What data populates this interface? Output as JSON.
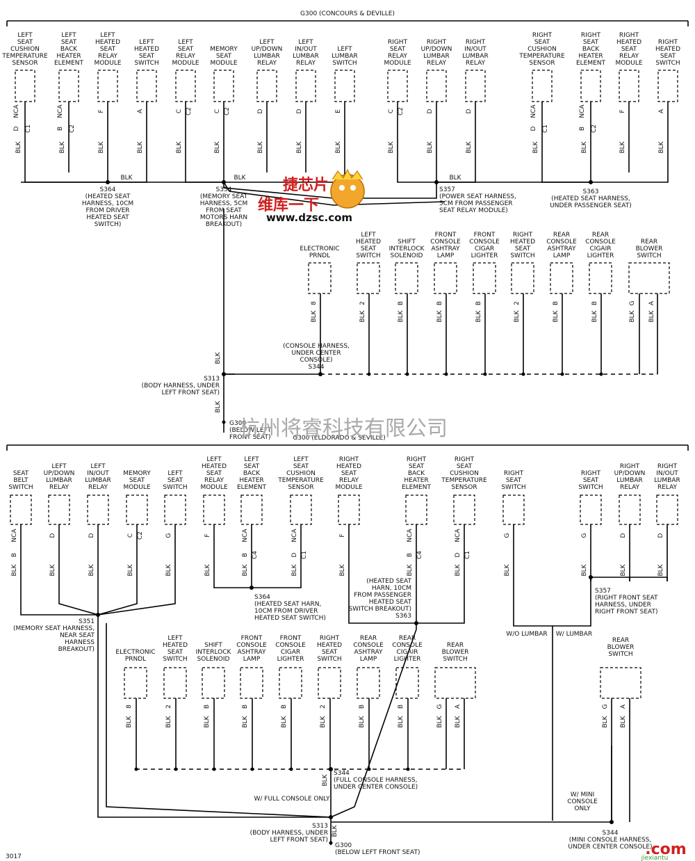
{
  "colors": {
    "wire": "#000000",
    "accent": "#d11f1f",
    "logo_green": "#2f9a2f"
  },
  "top": {
    "title": "G300 (CONCOURS & DEVILLE)",
    "components": [
      {
        "label": "LEFT\nSEAT\nCUSHION\nTEMPERATURE\nSENSOR",
        "pins": [
          "NCA",
          "D"
        ],
        "conn": "C1",
        "wire": "BLK"
      },
      {
        "label": "LEFT\nSEAT\nBACK\nHEATER\nELEMENT",
        "pins": [
          "NCA",
          "B"
        ],
        "conn": "C2",
        "wire": "BLK"
      },
      {
        "label": "LEFT\nHEATED\nSEAT\nRELAY\nMODULE",
        "pins": [
          "F"
        ],
        "wire": "BLK"
      },
      {
        "label": "LEFT\nHEATED\nSEAT\nSWITCH",
        "pins": [
          "A"
        ],
        "wire": "BLK"
      },
      {
        "label": "LEFT\nSEAT\nRELAY\nMODULE",
        "pins": [
          "C"
        ],
        "conn": "C2",
        "wire": "BLK"
      },
      {
        "label": "MEMORY\nSEAT\nMODULE",
        "pins": [
          "C"
        ],
        "conn": "C2",
        "wire": "BLK"
      },
      {
        "label": "LEFT\nUP/DOWN\nLUMBAR\nRELAY",
        "pins": [
          "D"
        ],
        "wire": "BLK"
      },
      {
        "label": "LEFT\nIN/OUT\nLUMBAR\nRELAY",
        "pins": [
          "D"
        ],
        "wire": "BLK"
      },
      {
        "label": "LEFT\nLUMBAR\nSWITCH",
        "pins": [
          "E"
        ],
        "wire": "BLK"
      },
      {
        "label": "RIGHT\nSEAT\nRELAY\nMODULE",
        "pins": [
          "C"
        ],
        "conn": "C2",
        "wire": "BLK"
      },
      {
        "label": "RIGHT\nUP/DOWN\nLUMBAR\nRELAY",
        "pins": [
          "D"
        ],
        "wire": "BLK"
      },
      {
        "label": "RIGHT\nIN/OUT\nLUMBAR\nRELAY",
        "pins": [
          "D"
        ],
        "wire": "BLK"
      },
      {
        "label": "RIGHT\nSEAT\nCUSHION\nTEMPERATURE\nSENSOR",
        "pins": [
          "NCA",
          "D"
        ],
        "conn": "C1",
        "wire": "BLK"
      },
      {
        "label": "RIGHT\nSEAT\nBACK\nHEATER\nELEMENT",
        "pins": [
          "NCA",
          "B"
        ],
        "conn": "C2",
        "wire": "BLK"
      },
      {
        "label": "RIGHT\nHEATED\nSEAT\nRELAY\nMODULE",
        "pins": [
          "F"
        ],
        "wire": "BLK"
      },
      {
        "label": "RIGHT\nHEATED\nSEAT\nSWITCH",
        "pins": [
          "A"
        ],
        "wire": "BLK"
      }
    ],
    "console": [
      {
        "label": "ELECTRONIC\nPRNDL",
        "pin": "8"
      },
      {
        "label": "LEFT\nHEATED\nSEAT\nSWITCH",
        "pin": "2"
      },
      {
        "label": "SHIFT\nINTERLOCK\nSOLENOID",
        "pin": "B"
      },
      {
        "label": "FRONT\nCONSOLE\nASHTRAY\nLAMP",
        "pin": "B"
      },
      {
        "label": "FRONT\nCONSOLE\nCIGAR\nLIGHTER",
        "pin": "B"
      },
      {
        "label": "RIGHT\nHEATED\nSEAT\nSWITCH",
        "pin": "2"
      },
      {
        "label": "REAR\nCONSOLE\nASHTRAY\nLAMP",
        "pin": "B"
      },
      {
        "label": "REAR\nCONSOLE\nCIGAIR\nLIGHTER",
        "pin": "B"
      },
      {
        "label": "REAR\nBLOWER\nSWITCH",
        "pins": [
          "G",
          "A"
        ]
      }
    ],
    "splices": {
      "s364": "S364\n(HEATED SEAT\nHARNESS, 10CM\nFROM DRIVER\nHEATED SEAT\nSWITCH)",
      "s354": "S354\n(MEMORY SEAT\nHARNESS, 5CM\nFROM SEAT\nMOTORS HARN\nBREAKOUT)",
      "s357": "S357\n(POWER SEAT HARNESS,\n5CM FROM PASSENGER\nSEAT RELAY MODULE)",
      "s363": "S363\n(HEATED SEAT HARNESS,\nUNDER PASSENGER SEAT)",
      "s344": "(CONSOLE HARNESS,\nUNDER CENTER\nCONSOLE)\nS344",
      "s313": "S313\n(BODY HARNESS, UNDER\nLEFT FRONT SEAT)",
      "g300": "G300\n(BELOW LEFT\nFRONT SEAT)"
    },
    "wire_blk": "BLK"
  },
  "bottom": {
    "title": "G300 (ELDORADO & SEVILLE)",
    "components": [
      {
        "label": "SEAT\nBELT\nSWITCH",
        "pins": [
          "NCA",
          "B"
        ]
      },
      {
        "label": "LEFT\nUP/DOWN\nLUMBAR\nRELAY",
        "pins": [
          "D"
        ]
      },
      {
        "label": "LEFT\nIN/OUT\nLUMBAR\nRELAY",
        "pins": [
          "D"
        ]
      },
      {
        "label": "MEMORY\nSEAT\nMODULE",
        "pins": [
          "C"
        ],
        "conn": "C2"
      },
      {
        "label": "LEFT\nSEAT\nSWITCH",
        "pins": [
          "G"
        ]
      },
      {
        "label": "LEFT\nHEATED\nSEAT\nRELAY\nMODULE",
        "pins": [
          "F"
        ]
      },
      {
        "label": "LEFT\nSEAT\nBACK\nHEATER\nELEMENT",
        "pins": [
          "NCA",
          "B"
        ],
        "conn": "C4"
      },
      {
        "label": "LEFT\nSEAT\nCUSHION\nTEMPERATURE\nSENSOR",
        "pins": [
          "NCA",
          "D"
        ],
        "conn": "C1"
      },
      {
        "label": "RIGHT\nHEATED\nSEAT\nRELAY\nMODULE",
        "pins": [
          "F"
        ]
      },
      {
        "label": "RIGHT\nSEAT\nBACK\nHEATER\nELEMENT",
        "pins": [
          "NCA",
          "B"
        ],
        "conn": "C4"
      },
      {
        "label": "RIGHT\nSEAT\nCUSHION\nTEMPERATURE\nSENSOR",
        "pins": [
          "NCA",
          "D"
        ],
        "conn": "C1"
      },
      {
        "label": "RIGHT\nSEAT\nSWITCH",
        "pins": [
          "G"
        ]
      },
      {
        "label": "RIGHT\nSEAT\nSWITCH",
        "pins": [
          "G"
        ]
      },
      {
        "label": "RIGHT\nUP/DOWN\nLUMBAR\nRELAY",
        "pins": [
          "D"
        ]
      },
      {
        "label": "RIGHT\nIN/OUT\nLUMBAR\nRELAY",
        "pins": [
          "D"
        ]
      }
    ],
    "console": [
      {
        "label": "ELECTRONIC\nPRNDL",
        "pin": "8"
      },
      {
        "label": "LEFT\nHEATED\nSEAT\nSWITCH",
        "pin": "2"
      },
      {
        "label": "SHIFT\nINTERLOCK\nSOLENOID",
        "pin": "B"
      },
      {
        "label": "FRONT\nCONSOLE\nASHTRAY\nLAMP",
        "pin": "B"
      },
      {
        "label": "FRONT\nCONSOLE\nCIGAR\nLIGHTER",
        "pin": "B"
      },
      {
        "label": "RIGHT\nHEATED\nSEAT\nSWITCH",
        "pin": "2"
      },
      {
        "label": "REAR\nCONSOLE\nASHTRAY\nLAMP",
        "pin": "B"
      },
      {
        "label": "REAR\nCONSOLE\nCIGAIR\nLIGHTER",
        "pin": "B"
      },
      {
        "label": "REAR\nBLOWER\nSWITCH",
        "pins": [
          "G",
          "A"
        ]
      }
    ],
    "rear_blower": {
      "label": "REAR\nBLOWER\nSWITCH",
      "pins": [
        "G",
        "A"
      ]
    },
    "splices": {
      "s351": "S351\n(MEMORY SEAT HARNESS,\nNEAR SEAT\nHARNESS\nBREAKOUT)",
      "s364": "S364\n(HEATED SEAT HARN,\n10CM FROM DRIVER\nHEATED SEAT SWITCH)",
      "s363": "(HEATED SEAT\nHARN, 10CM\nFROM PASSENGER\nHEATED SEAT\nSWITCH BREAKOUT)\nS363",
      "s357": "S357\n(RIGHT FRONT SEAT\nHARNESS, UNDER\nRIGHT FRONT SEAT)",
      "wo_lumbar": "W/O LUMBAR",
      "w_lumbar": "W/ LUMBAR",
      "s344_full": "S344\n(FULL CONSOLE HARNESS,\nUNDER CENTER CONSOLE)",
      "w_full": "W/ FULL CONSOLE ONLY",
      "w_mini": "W/ MINI\nCONSOLE\nONLY",
      "s313": "S313\n(BODY HARNESS, UNDER\nLEFT FRONT SEAT)",
      "g300": "G300\n(BELOW LEFT FRONT SEAT)",
      "s344_mini": "S344\n(MINI CONSOLE HARNESS,\nUNDER CENTER CONSOLE)"
    },
    "wire_blk": "BLK"
  },
  "watermark": {
    "brand": "维库一下",
    "site": "www.dzsc.com",
    "company": "杭州将睿科技有限公司",
    "logo_text": "捷芯片",
    "jiexiantu": "jiexiantu",
    "com": ".com",
    "page_mark": "3017"
  }
}
